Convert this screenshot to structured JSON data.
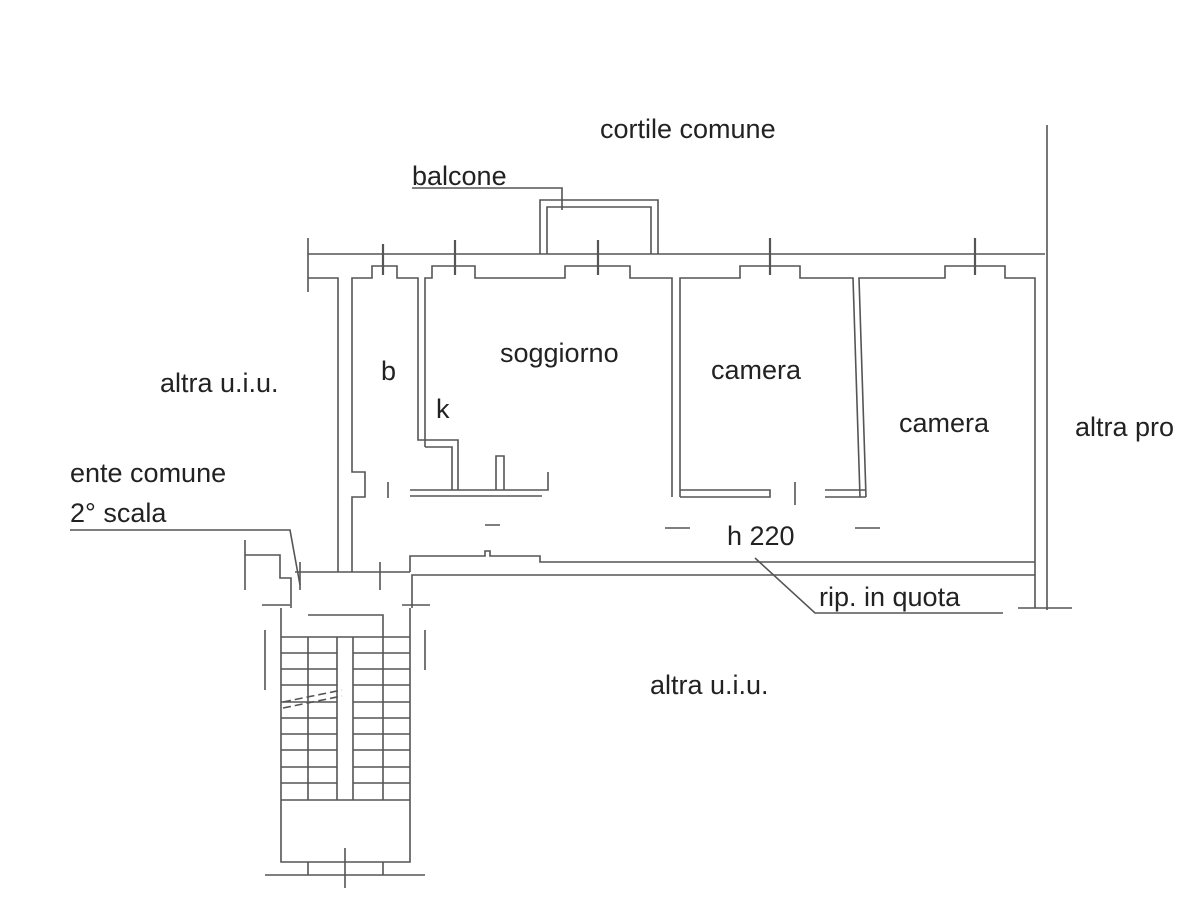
{
  "labels": {
    "courtyard": "cortile comune",
    "balcony": "balcone",
    "other_unit_left": "altra u.i.u.",
    "bathroom": "b",
    "kitchen": "k",
    "living_room": "soggiorno",
    "bedroom_1": "camera",
    "bedroom_2": "camera",
    "other_property_right": "altra pro",
    "common_area_line1": "ente comune",
    "common_area_line2": "2° scala",
    "ceiling_height": "h 220",
    "storage_note": "rip. in quota",
    "other_unit_bottom": "altra u.i.u."
  },
  "colors": {
    "line": "#555555",
    "text": "#222222"
  }
}
